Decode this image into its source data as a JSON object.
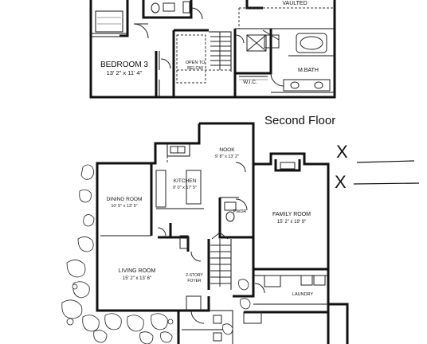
{
  "floor_titles": {
    "second": "Second Floor"
  },
  "rooms": {
    "vaulted": "VAULTED",
    "bedroom3": {
      "name": "BEDROOM 3",
      "size": "13' 2\" x 11' 4\""
    },
    "open_to_below": {
      "line1": "OPEN TO",
      "line2": "BELOW"
    },
    "wic": "W.I.C.",
    "mbath": "M.BATH",
    "nook": {
      "name": "NOOK",
      "size": "9' 8\" x 13' 2\""
    },
    "kitchen": {
      "name": "KITCHEN",
      "size": "9' 0\" x 17' 5\""
    },
    "dining": {
      "name": "DINING ROOM",
      "size": "10' 5\" x 13' 5\""
    },
    "pwdr": "PWDR",
    "family": {
      "name": "FAMILY ROOM",
      "size": "15' 2\" x 19' 9\""
    },
    "living": {
      "name": "LIVING ROOM",
      "size": "15' 2\" x 13' 6\""
    },
    "foyer": {
      "line1": "2-STORY",
      "line2": "FOYER"
    },
    "laundry": "LAUNDRY"
  },
  "annotations": {
    "mark1": "X",
    "mark2": "X"
  }
}
